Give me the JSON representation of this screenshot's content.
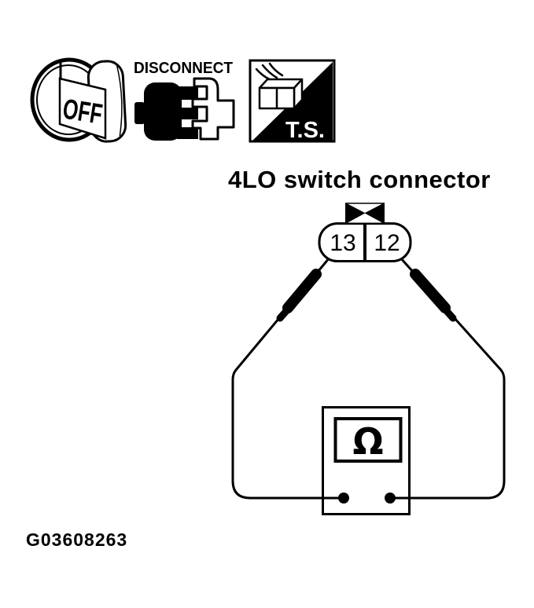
{
  "canvas": {
    "background": "#ffffff",
    "ink": "#000000"
  },
  "legend": {
    "ignition_off_icon": {
      "label": "OFF"
    },
    "disconnect_icon": {
      "label": "DISCONNECT"
    },
    "test_switch_icon": {
      "label": "T.S."
    }
  },
  "diagram": {
    "title": "4LO switch connector",
    "connector": {
      "pins": [
        "13",
        "12"
      ]
    },
    "ohmmeter": {
      "display_symbol": "Ω"
    }
  },
  "figure_id": "G03608263"
}
